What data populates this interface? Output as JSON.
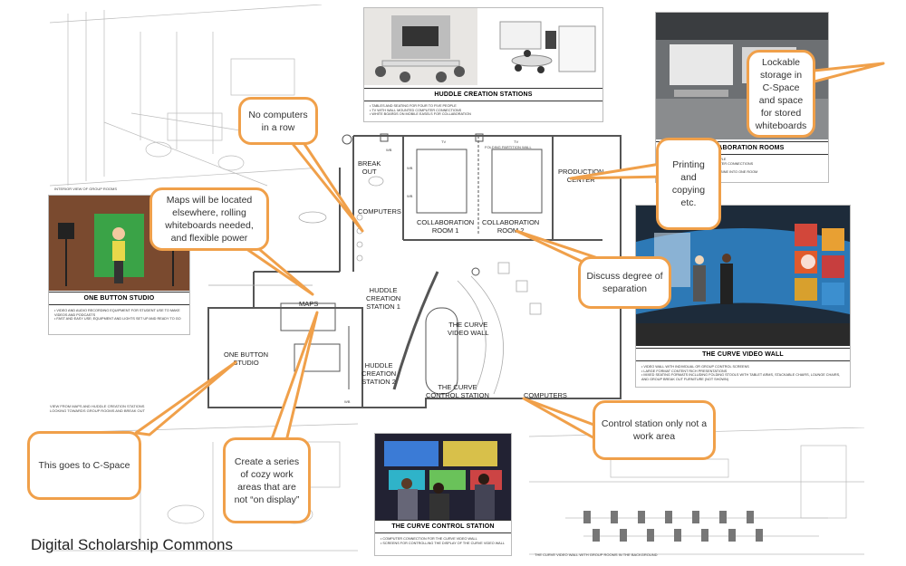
{
  "footer_title": "Digital Scholarship Commons",
  "plan": {
    "rooms": [
      {
        "key": "breakout",
        "text": "BREAK\nOUT"
      },
      {
        "key": "computers_left",
        "text": "COMPUTERS"
      },
      {
        "key": "collab1",
        "text": "COLLABORATION\nROOM 1"
      },
      {
        "key": "collab2",
        "text": "COLLABORATION\nROOM 2"
      },
      {
        "key": "production",
        "text": "PRODUCTION\nCENTER"
      },
      {
        "key": "maps",
        "text": "MAPS"
      },
      {
        "key": "huddle1",
        "text": "HUDDLE\nCREATION\nSTATION 1"
      },
      {
        "key": "curve_wall",
        "text": "THE CURVE\nVIDEO WALL"
      },
      {
        "key": "huddle2",
        "text": "HUDDLE\nCREATION\nSTATION 2"
      },
      {
        "key": "curve_control",
        "text": "THE CURVE\nCONTROL STATION"
      },
      {
        "key": "computers_bottom",
        "text": "COMPUTERS"
      },
      {
        "key": "one_button",
        "text": "ONE BUTTON\nSTUDIO"
      }
    ],
    "tv": "TV",
    "folding_wall": "FOLDING PARTITION WALL",
    "wb": "WB"
  },
  "cards": {
    "huddle": {
      "title": "HUDDLE CREATION STATIONS",
      "items": [
        "TABLES AND SEATING FOR FOUR TO FIVE PEOPLE",
        "TV WITH WALL MOUNTED COMPUTER CONNECTIONS",
        "WHITE BOARDS ON MOBILE EASELS FOR COLLABORATION"
      ]
    },
    "collab": {
      "title": "COLLABORATION ROOMS",
      "items": [
        "TABLES AND SEATING FOR 8 PEOPLE",
        "TV WITH WALL MOUNTED COMPUTER CONNECTIONS",
        "FOLDING PARTITION WALL",
        "ROOMS CAN BE OPENED TO COMBINE INTO ONE ROOM"
      ]
    },
    "onebutton": {
      "title": "ONE BUTTON STUDIO",
      "items": [
        "VIDEO AND AUDIO RECORDING EQUIPMENT FOR STUDENT USE TO MAKE VIDEOS AND PODCASTS",
        "FAST AND EASY USE; EQUIPMENT AND LIGHTS SET UP AND READY TO GO"
      ]
    },
    "curvewall": {
      "title": "THE CURVE VIDEO WALL",
      "items": [
        "VIDEO WALL WITH INDIVIDUAL OR GROUP CONTROL SCREENS",
        "LARGE FORMAT CONTENT RICH PRESENTATIONS",
        "MIXED SEATING FORMATS INCLUDING FOLDING STOOLS WITH TABLET ARMS, STACKABLE CHAIRS, LOUNGE CHAIRS, AND GROUP BREAK OUT FURNITURE (NOT SHOWN)"
      ]
    },
    "curvecontrol": {
      "title": "THE CURVE CONTROL STATION",
      "items": [
        "COMPUTER CONNECTION FOR THE CURVE VIDEO WALL",
        "SCREENS FOR CONTROLLING THE DISPLAY OF THE CURVE VIDEO WALL"
      ]
    }
  },
  "sketch_captions": {
    "interior": "INTERIOR VIEW OF GROUP ROOMS",
    "maps_view": "VIEW FROM MAPS AND HUDDLE CREATION STATIONS LOOKING TOWARDS GROUP ROOMS AND BREAK OUT",
    "curve_view": "THE CURVE VIDEO WALL WITH GROUP ROOMS IN THE BACKGROUND"
  },
  "callouts": {
    "no_computers": "No computers in a row",
    "maps_elsewhere": "Maps will be located elsewhere, rolling whiteboards needed, and flexible power",
    "lockable": "Lockable storage in C-Space and space for stored whiteboards",
    "printing": "Printing and copying etc.",
    "separation": "Discuss degree of separation",
    "cspace": "This goes to C-Space",
    "cozy": "Create a series of cozy work areas that are not “on display”",
    "control_station": "Control station only not a work area"
  },
  "colors": {
    "callout_border": "#f0a04a",
    "leader": "#f0a04a",
    "plan_line": "#555555"
  }
}
